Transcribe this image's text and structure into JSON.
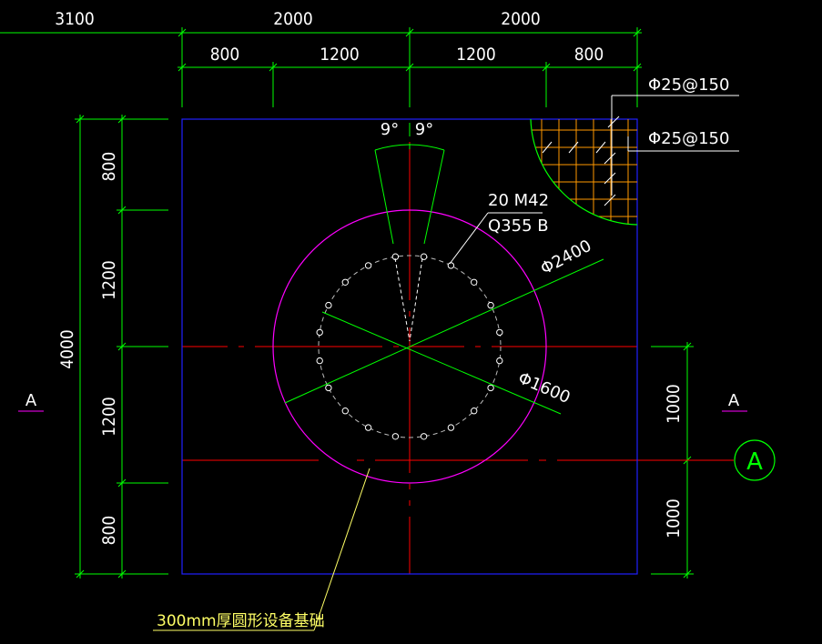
{
  "colors": {
    "background": "#000000",
    "dimension": "#00ff00",
    "text": "#ffffff",
    "centerline": "#ff0000",
    "outline": "#0000ff",
    "circle": "#ff00ff",
    "bolt": "#ffffff",
    "rebar": "#ff9900",
    "leader": "#ffff66",
    "axis_bubble": "#00ff00"
  },
  "dimensions": {
    "top_row1": [
      "3100",
      "2000",
      "2000"
    ],
    "top_row2": [
      "800",
      "1200",
      "1200",
      "800"
    ],
    "left_total": "4000",
    "left_parts": [
      "800",
      "1200",
      "1200",
      "800"
    ],
    "right_parts": [
      "1000",
      "1000"
    ]
  },
  "annotations": {
    "angle_left": "9°",
    "angle_right": "9°",
    "bolt_spec_line1": "20 M42",
    "bolt_spec_line2": "Q355 B",
    "outer_diameter": "Φ2400",
    "bolt_circle_diameter": "Φ1600",
    "rebar_top": "Φ25@150",
    "rebar_bottom": "Φ25@150",
    "section_left": "A",
    "section_right": "A",
    "axis_label": "A",
    "foundation_note": "300mm厚圆形设备基础"
  }
}
